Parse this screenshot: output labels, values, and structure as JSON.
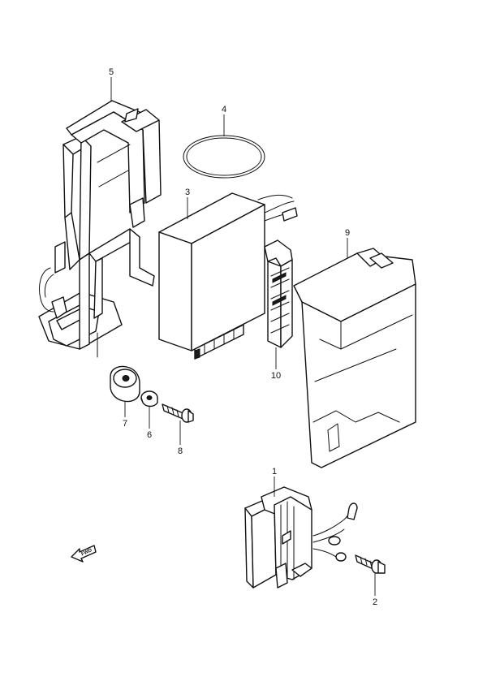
{
  "callouts": [
    {
      "id": "1",
      "label": "1"
    },
    {
      "id": "2",
      "label": "2"
    },
    {
      "id": "3",
      "label": "3"
    },
    {
      "id": "4",
      "label": "4"
    },
    {
      "id": "5",
      "label": "5"
    },
    {
      "id": "6",
      "label": "6"
    },
    {
      "id": "7",
      "label": "7"
    },
    {
      "id": "8",
      "label": "8"
    },
    {
      "id": "9",
      "label": "9"
    },
    {
      "id": "10",
      "label": "10"
    }
  ],
  "fwd_label": "FWD"
}
